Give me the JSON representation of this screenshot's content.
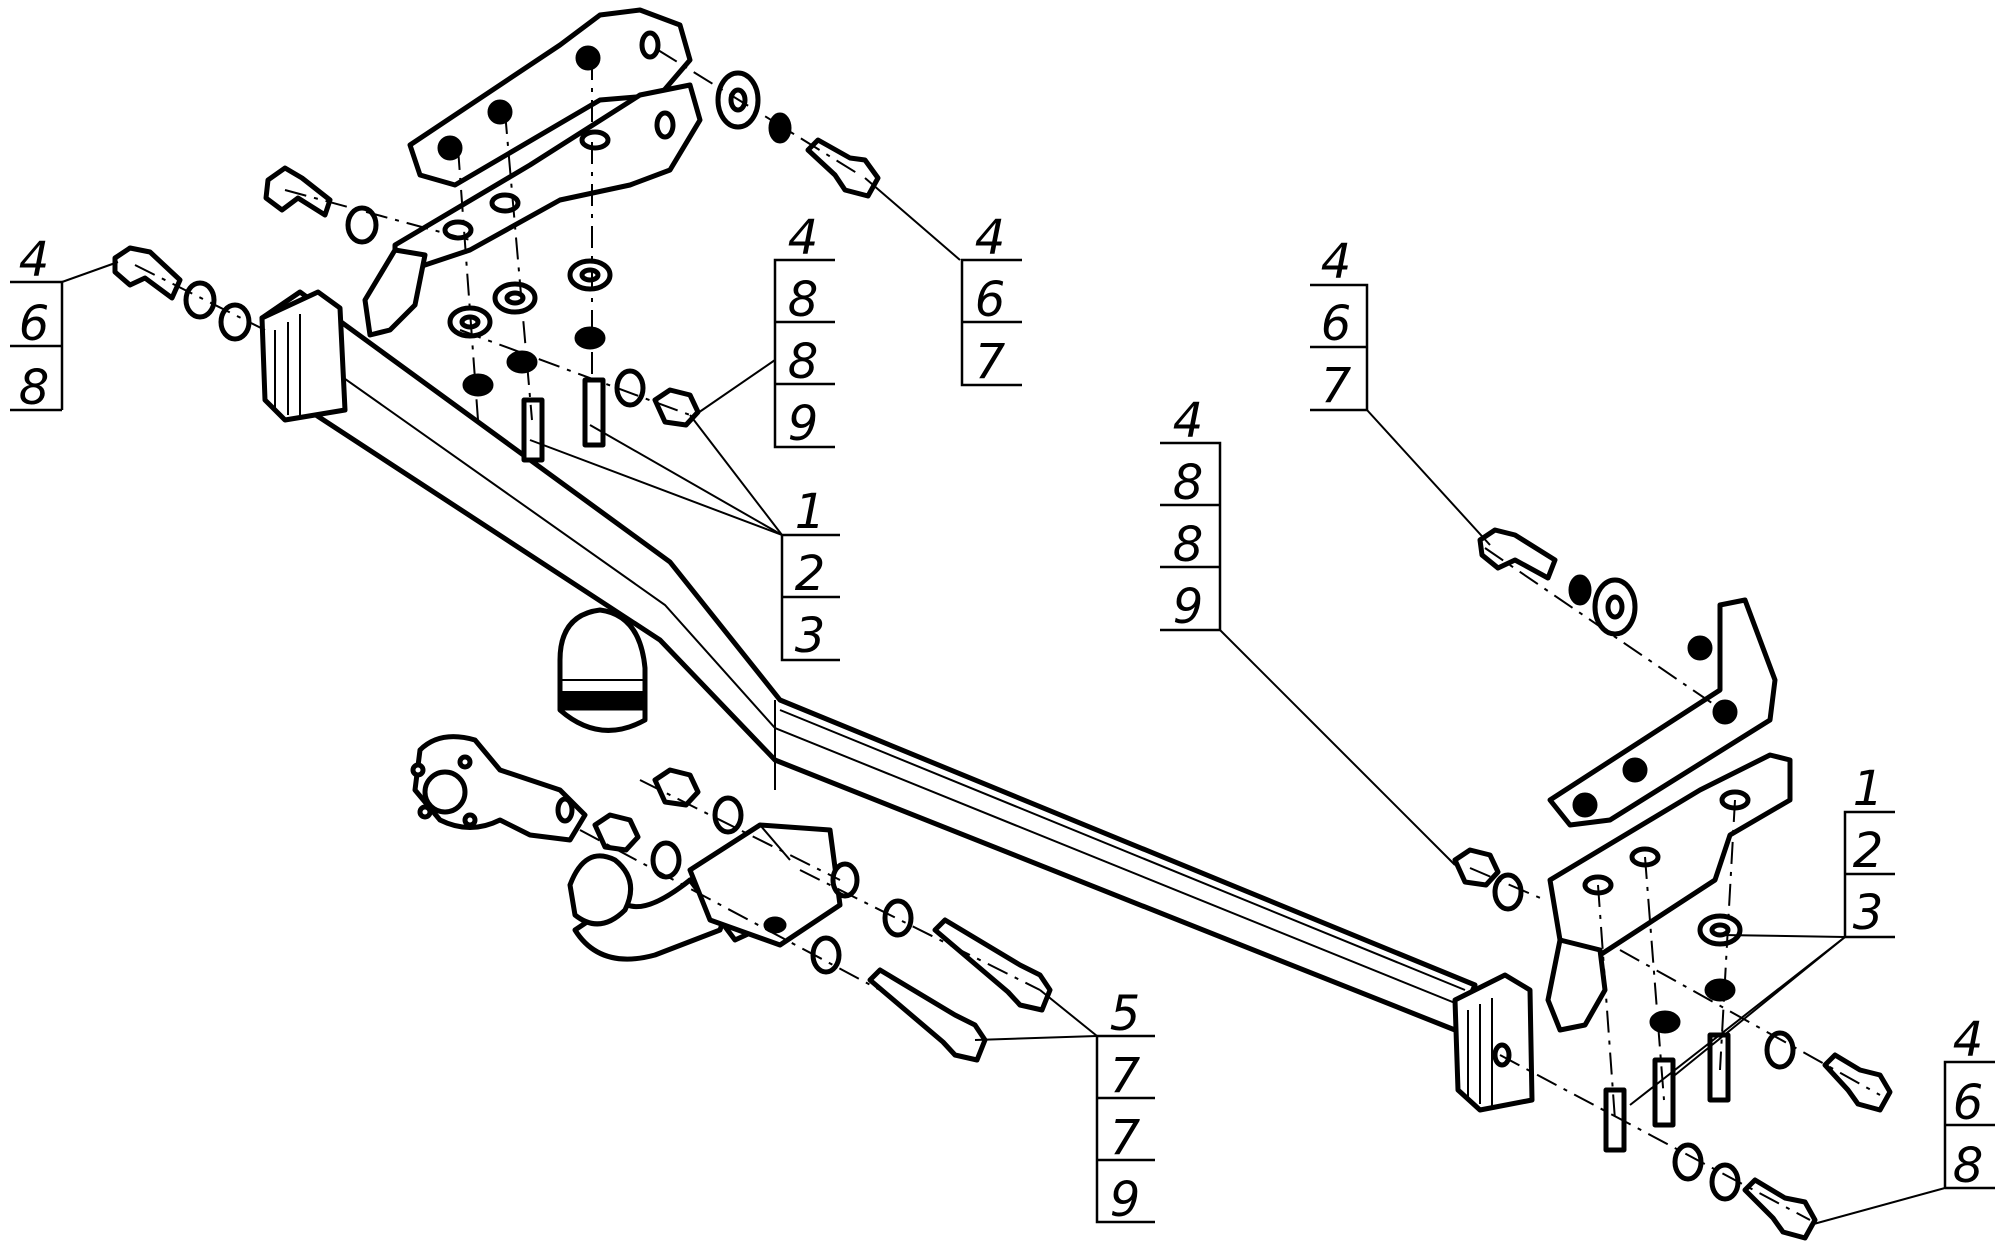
{
  "callouts": [
    {
      "id": "top-left",
      "items": [
        "4",
        "6",
        "8"
      ]
    },
    {
      "id": "top-center",
      "items": [
        "4",
        "8",
        "8",
        "9"
      ]
    },
    {
      "id": "top-right",
      "items": [
        "4",
        "6",
        "7"
      ]
    },
    {
      "id": "upper-right",
      "items": [
        "4",
        "6",
        "7"
      ]
    },
    {
      "id": "middle",
      "items": [
        "4",
        "8",
        "8",
        "9"
      ]
    },
    {
      "id": "left-bolts",
      "items": [
        "1",
        "2",
        "3"
      ]
    },
    {
      "id": "right-bolts",
      "items": [
        "1",
        "2",
        "3"
      ]
    },
    {
      "id": "bottom-center",
      "items": [
        "5",
        "7",
        "7",
        "9"
      ]
    },
    {
      "id": "bottom-right",
      "items": [
        "4",
        "6",
        "8"
      ]
    }
  ]
}
